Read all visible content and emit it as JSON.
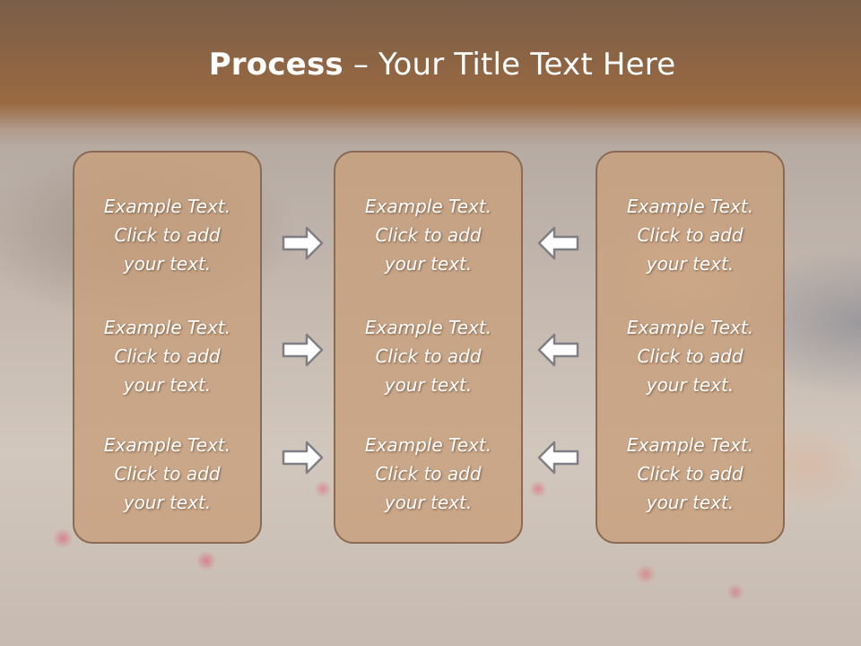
{
  "title": {
    "bold": "Process",
    "rest": " – Your Title Text Here"
  },
  "panels": {
    "left": [
      [
        "Example Text.",
        "Click  to add",
        "your text."
      ],
      [
        "Example Text.",
        "Click  to add",
        "your text."
      ],
      [
        "Example Text.",
        "Click  to add",
        "your text."
      ]
    ],
    "center": [
      [
        "Example Text.",
        "Click  to add",
        "your text."
      ],
      [
        "Example Text.",
        "Click  to add",
        "your text."
      ],
      [
        "Example Text.",
        "Click  to add",
        "your text."
      ]
    ],
    "right": [
      [
        "Example Text.",
        "Click  to add",
        "your text."
      ],
      [
        "Example Text.",
        "Click  to add",
        "your text."
      ],
      [
        "Example Text.",
        "Click  to add",
        "your text."
      ]
    ]
  },
  "arrows": {
    "left_column": "arrow-right-icon",
    "right_column": "arrow-left-icon"
  },
  "colors": {
    "header": "#9b6a42",
    "panel_fill": "#c8a07d",
    "panel_border": "#8a6a55",
    "text": "#ffffff"
  }
}
